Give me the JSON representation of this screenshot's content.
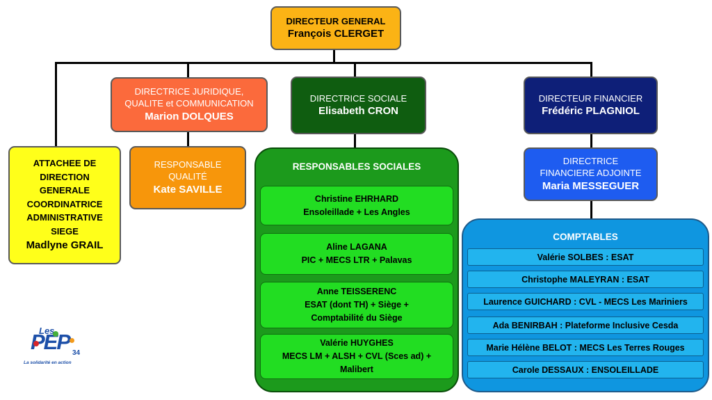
{
  "ceo": {
    "title": "DIRECTEUR GENERAL",
    "name": "François CLERGET"
  },
  "legal": {
    "title_line1": "DIRECTRICE JURIDIQUE,",
    "title_line2": "QUALITE et COMMUNICATION",
    "name": "Marion DOLQUES"
  },
  "social": {
    "title": "DIRECTRICE  SOCIALE",
    "name": "Elisabeth CRON"
  },
  "finance": {
    "title": "DIRECTEUR FINANCIER",
    "name": "Frédéric PLAGNIOL"
  },
  "assistant": {
    "lines": [
      "ATTACHEE DE",
      "DIRECTION",
      "GENERALE",
      "COORDINATRICE",
      "ADMINISTRATIVE",
      "SIEGE"
    ],
    "name": "Madlyne GRAIL"
  },
  "quality": {
    "line1": "RESPONSABLE",
    "line2": "QUALITÉ",
    "name": "Kate SAVILLE"
  },
  "social_managers": {
    "heading": "RESPONSABLES SOCIALES",
    "items": [
      {
        "name": "Christine  EHRHARD",
        "lines": [
          "Ensoleillade + Les Angles"
        ]
      },
      {
        "name": "Aline LAGANA",
        "lines": [
          "PIC + MECS LTR + Palavas"
        ]
      },
      {
        "name": "Anne TEISSERENC",
        "lines": [
          "ESAT (dont TH) + Siège +",
          "Comptabilité du Siège"
        ]
      },
      {
        "name": "Valérie HUYGHES",
        "lines": [
          "MECS LM + ALSH + CVL (Sces ad) +",
          "Malibert"
        ]
      }
    ]
  },
  "deputy_finance": {
    "line1": "DIRECTRICE",
    "line2": "FINANCIERE ADJOINTE",
    "name": "Maria MESSEGUER"
  },
  "accountants": {
    "heading": "COMPTABLES",
    "items": [
      "Valérie SOLBES : ESAT",
      "Christophe MALEYRAN : ESAT",
      "Laurence GUICHARD : CVL - MECS Les Mariniers",
      "Ada BENIRBAH : Plateforme Inclusive Cesda",
      "Marie Hélène BELOT :  MECS Les Terres Rouges",
      "Carole DESSAUX : ENSOLEILLADE"
    ]
  },
  "logo": {
    "top_text": "Les",
    "main_text": "PEP",
    "number": "34",
    "tagline": "La solidarité en action"
  }
}
